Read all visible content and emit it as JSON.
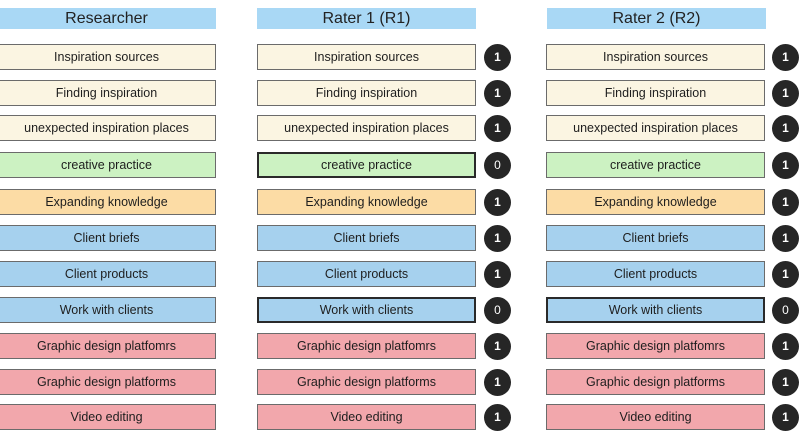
{
  "colors": {
    "header": "#a9d8f5",
    "cream": "#fbf5e2",
    "green": "#ccf2c2",
    "orange": "#fcdca5",
    "blue": "#a6d1ee",
    "red": "#f2a7ac",
    "badge": "#262626"
  },
  "columns": [
    {
      "title": "Researcher",
      "codes": [
        {
          "label": "Inspiration sources",
          "color": "cream"
        },
        {
          "label": "Finding inspiration",
          "color": "cream"
        },
        {
          "label": "unexpected inspiration places",
          "color": "cream"
        },
        {
          "label": "creative practice",
          "color": "green"
        },
        {
          "label": "Expanding knowledge",
          "color": "orange"
        },
        {
          "label": "Client briefs",
          "color": "blue"
        },
        {
          "label": "Client products",
          "color": "blue"
        },
        {
          "label": "Work with clients",
          "color": "blue"
        },
        {
          "label": "Graphic design platfomrs",
          "color": "red"
        },
        {
          "label": "Graphic design platforms",
          "color": "red"
        },
        {
          "label": "Video editing",
          "color": "red"
        }
      ]
    },
    {
      "title": "Rater 1 (R1)",
      "codes": [
        {
          "label": "Inspiration sources",
          "color": "cream",
          "score": "1"
        },
        {
          "label": "Finding inspiration",
          "color": "cream",
          "score": "1"
        },
        {
          "label": "unexpected inspiration places",
          "color": "cream",
          "score": "1"
        },
        {
          "label": "creative practice",
          "color": "green",
          "score": "0"
        },
        {
          "label": "Expanding knowledge",
          "color": "orange",
          "score": "1"
        },
        {
          "label": "Client briefs",
          "color": "blue",
          "score": "1"
        },
        {
          "label": "Client products",
          "color": "blue",
          "score": "1"
        },
        {
          "label": "Work with clients",
          "color": "blue",
          "score": "0"
        },
        {
          "label": "Graphic design platfomrs",
          "color": "red",
          "score": "1"
        },
        {
          "label": "Graphic design platforms",
          "color": "red",
          "score": "1"
        },
        {
          "label": "Video editing",
          "color": "red",
          "score": "1"
        }
      ]
    },
    {
      "title": "Rater 2 (R2)",
      "codes": [
        {
          "label": "Inspiration sources",
          "color": "cream",
          "score": "1"
        },
        {
          "label": "Finding inspiration",
          "color": "cream",
          "score": "1"
        },
        {
          "label": "unexpected inspiration places",
          "color": "cream",
          "score": "1"
        },
        {
          "label": "creative practice",
          "color": "green",
          "score": "1"
        },
        {
          "label": "Expanding knowledge",
          "color": "orange",
          "score": "1"
        },
        {
          "label": "Client briefs",
          "color": "blue",
          "score": "1"
        },
        {
          "label": "Client products",
          "color": "blue",
          "score": "1"
        },
        {
          "label": "Work with clients",
          "color": "blue",
          "score": "0"
        },
        {
          "label": "Graphic design platfomrs",
          "color": "red",
          "score": "1"
        },
        {
          "label": "Graphic design platforms",
          "color": "red",
          "score": "1"
        },
        {
          "label": "Video editing",
          "color": "red",
          "score": "1"
        }
      ]
    }
  ]
}
